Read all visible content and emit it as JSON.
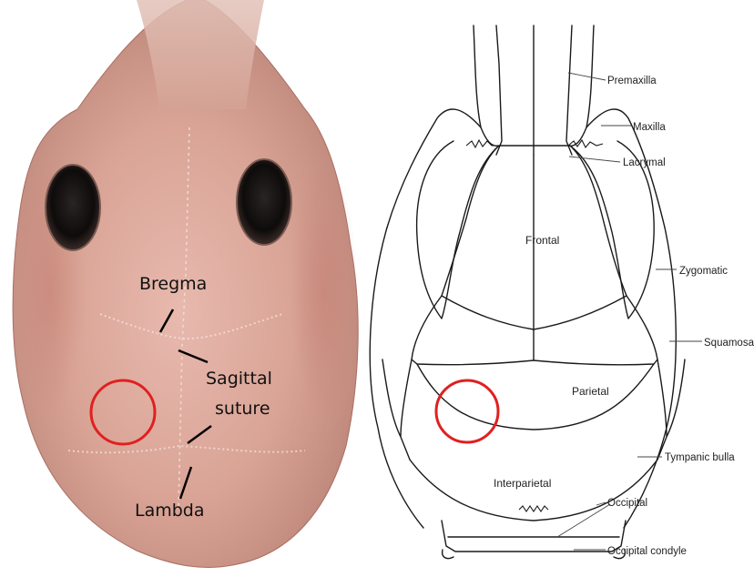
{
  "photo": {
    "labels": {
      "bregma": "Bregma",
      "sagittal_line1": "Sagittal",
      "sagittal_line2": "suture",
      "lambda": "Lambda"
    }
  },
  "drawing": {
    "bone_labels": {
      "premaxilla": "Premaxilla",
      "maxilla": "Maxilla",
      "lacrymal": "Lacrymal",
      "zygomatic": "Zygomatic",
      "squamosal": "Squamosal",
      "tympanic_bulla": "Tympanic bulla",
      "occipital": "Occipital",
      "occipital_condyle": "Occipital condyle"
    },
    "region_labels": {
      "frontal": "Frontal",
      "parietal": "Parietal",
      "interparietal": "Interparietal"
    }
  },
  "colors": {
    "target_circle": "#e02020",
    "skull_tone": "#d9a698"
  }
}
